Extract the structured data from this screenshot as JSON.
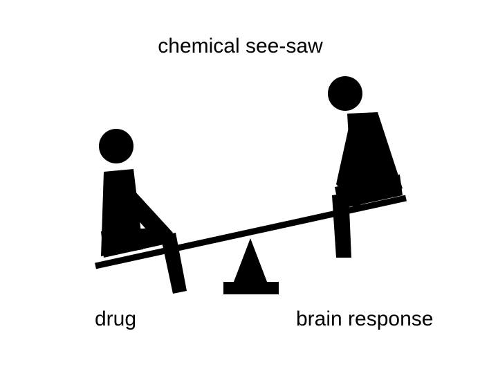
{
  "title": "chemical see-saw",
  "labels": {
    "left": "drug",
    "right": "brain response"
  },
  "colors": {
    "ink": "#000000",
    "background": "#ffffff"
  },
  "icons": {
    "left_figure": "seated-person-icon",
    "right_figure": "seated-person-icon",
    "fulcrum": "triangle-fulcrum-icon",
    "plank": "seesaw-plank"
  }
}
